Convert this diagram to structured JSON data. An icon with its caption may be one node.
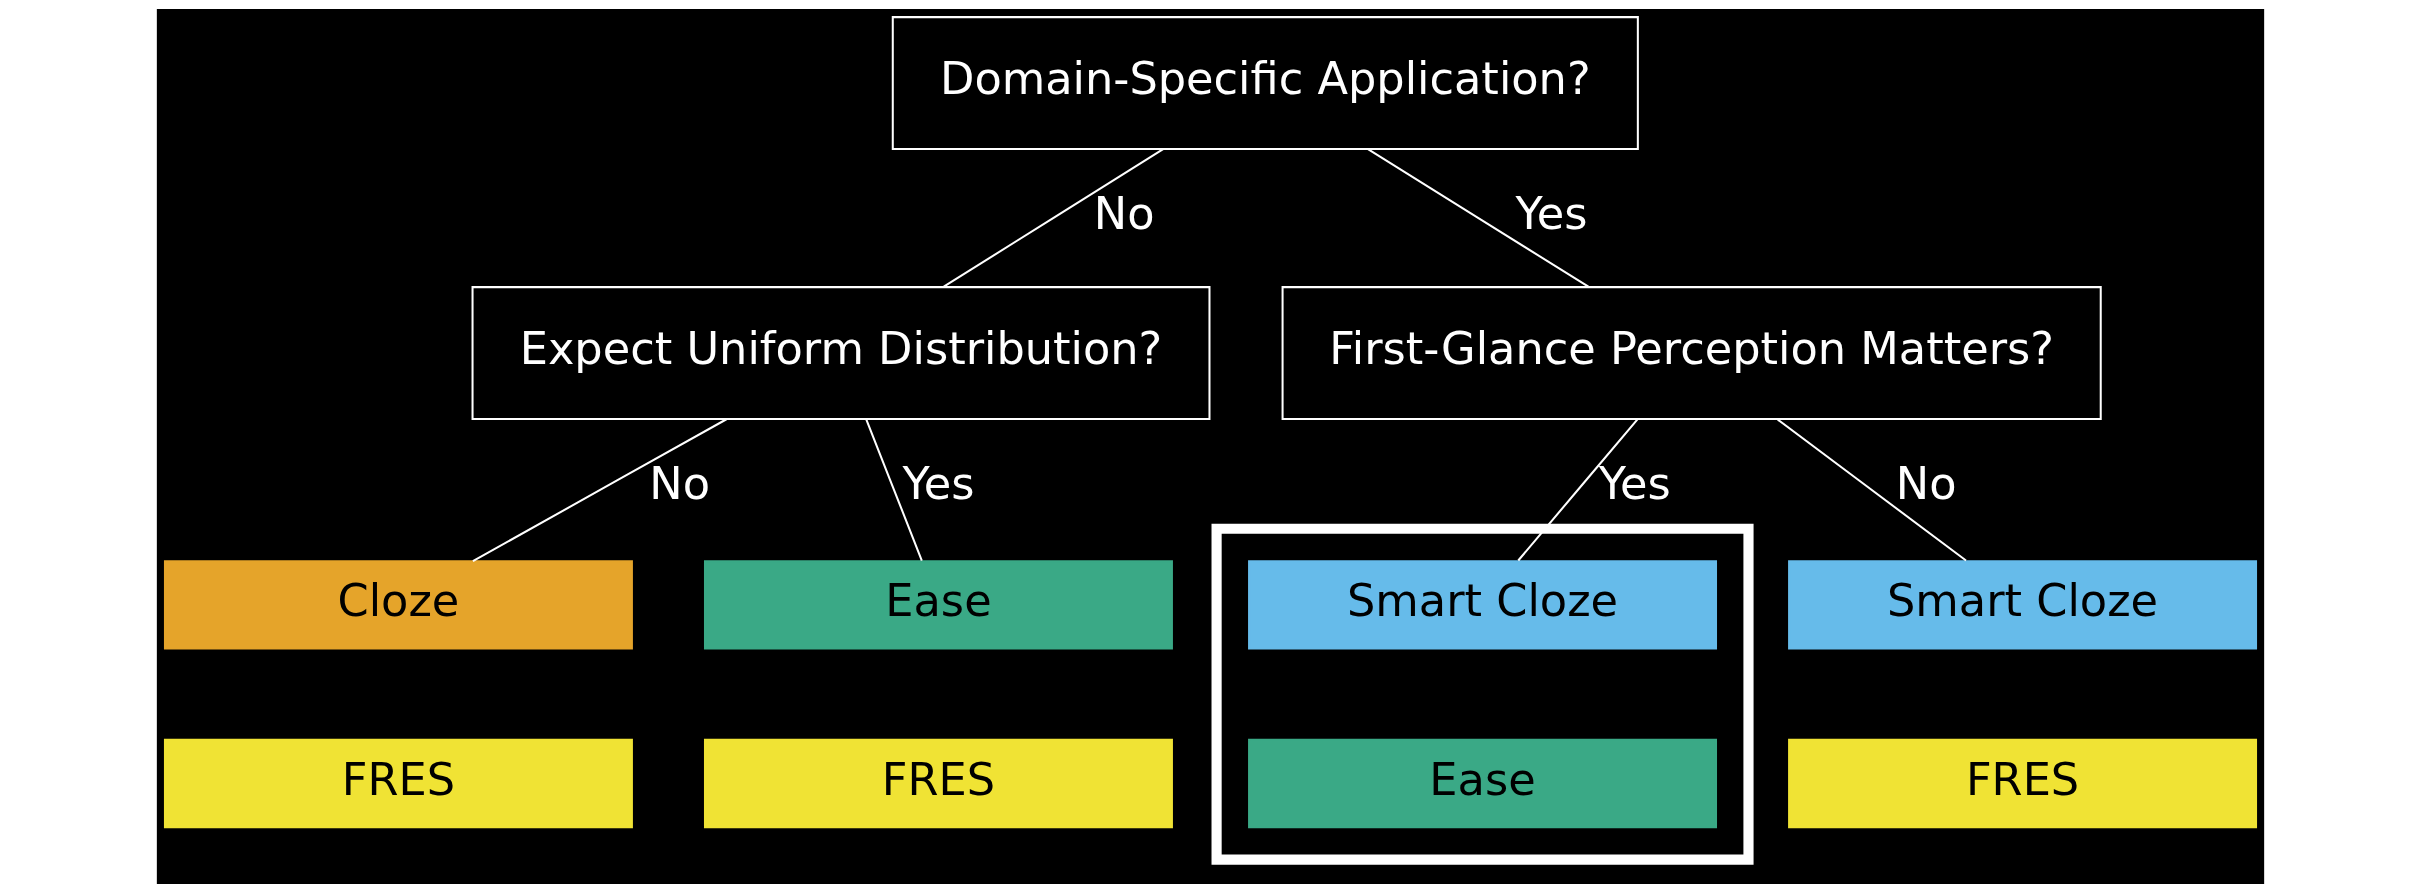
{
  "diagram": {
    "nodes": [
      {
        "text": [
          "Domain-Specific Application?"
        ]
      },
      {
        "text": [
          "Expect Uniform Distribution?"
        ]
      },
      {
        "text": [
          "First-Glance Perception Matters?"
        ]
      },
      {
        "text": [
          "Cloze"
        ]
      },
      {
        "text": [
          "FRES"
        ]
      },
      {
        "text": [
          "Ease"
        ]
      },
      {
        "text": [
          "FRES"
        ]
      },
      {
        "text": [
          "Smart Cloze"
        ]
      },
      {
        "text": [
          "FRES"
        ]
      },
      {
        "text": [],
        "shape": "box"
      },
      {
        "text": [
          "Smart Cloze"
        ],
        "in": 9
      },
      {
        "text": [
          "Ease"
        ],
        "in": 9
      }
    ],
    "edges": [
      {
        "from": 0,
        "to": 1,
        "arrow": "none",
        "label": "No"
      },
      {
        "from": 0,
        "to": 2,
        "arrow": "none",
        "label": "Yes"
      },
      {
        "from": 1,
        "to": 3,
        "arrow": "none",
        "label": "No"
      },
      {
        "from": 1,
        "to": 5,
        "arrow": "none",
        "label": "Yes"
      },
      {
        "from": 2,
        "to": 7,
        "arrow": "none",
        "label": "No"
      },
      {
        "from": 2,
        "to": 10,
        "arrow": "none",
        "label": "Yes"
      }
    ]
  }
}
